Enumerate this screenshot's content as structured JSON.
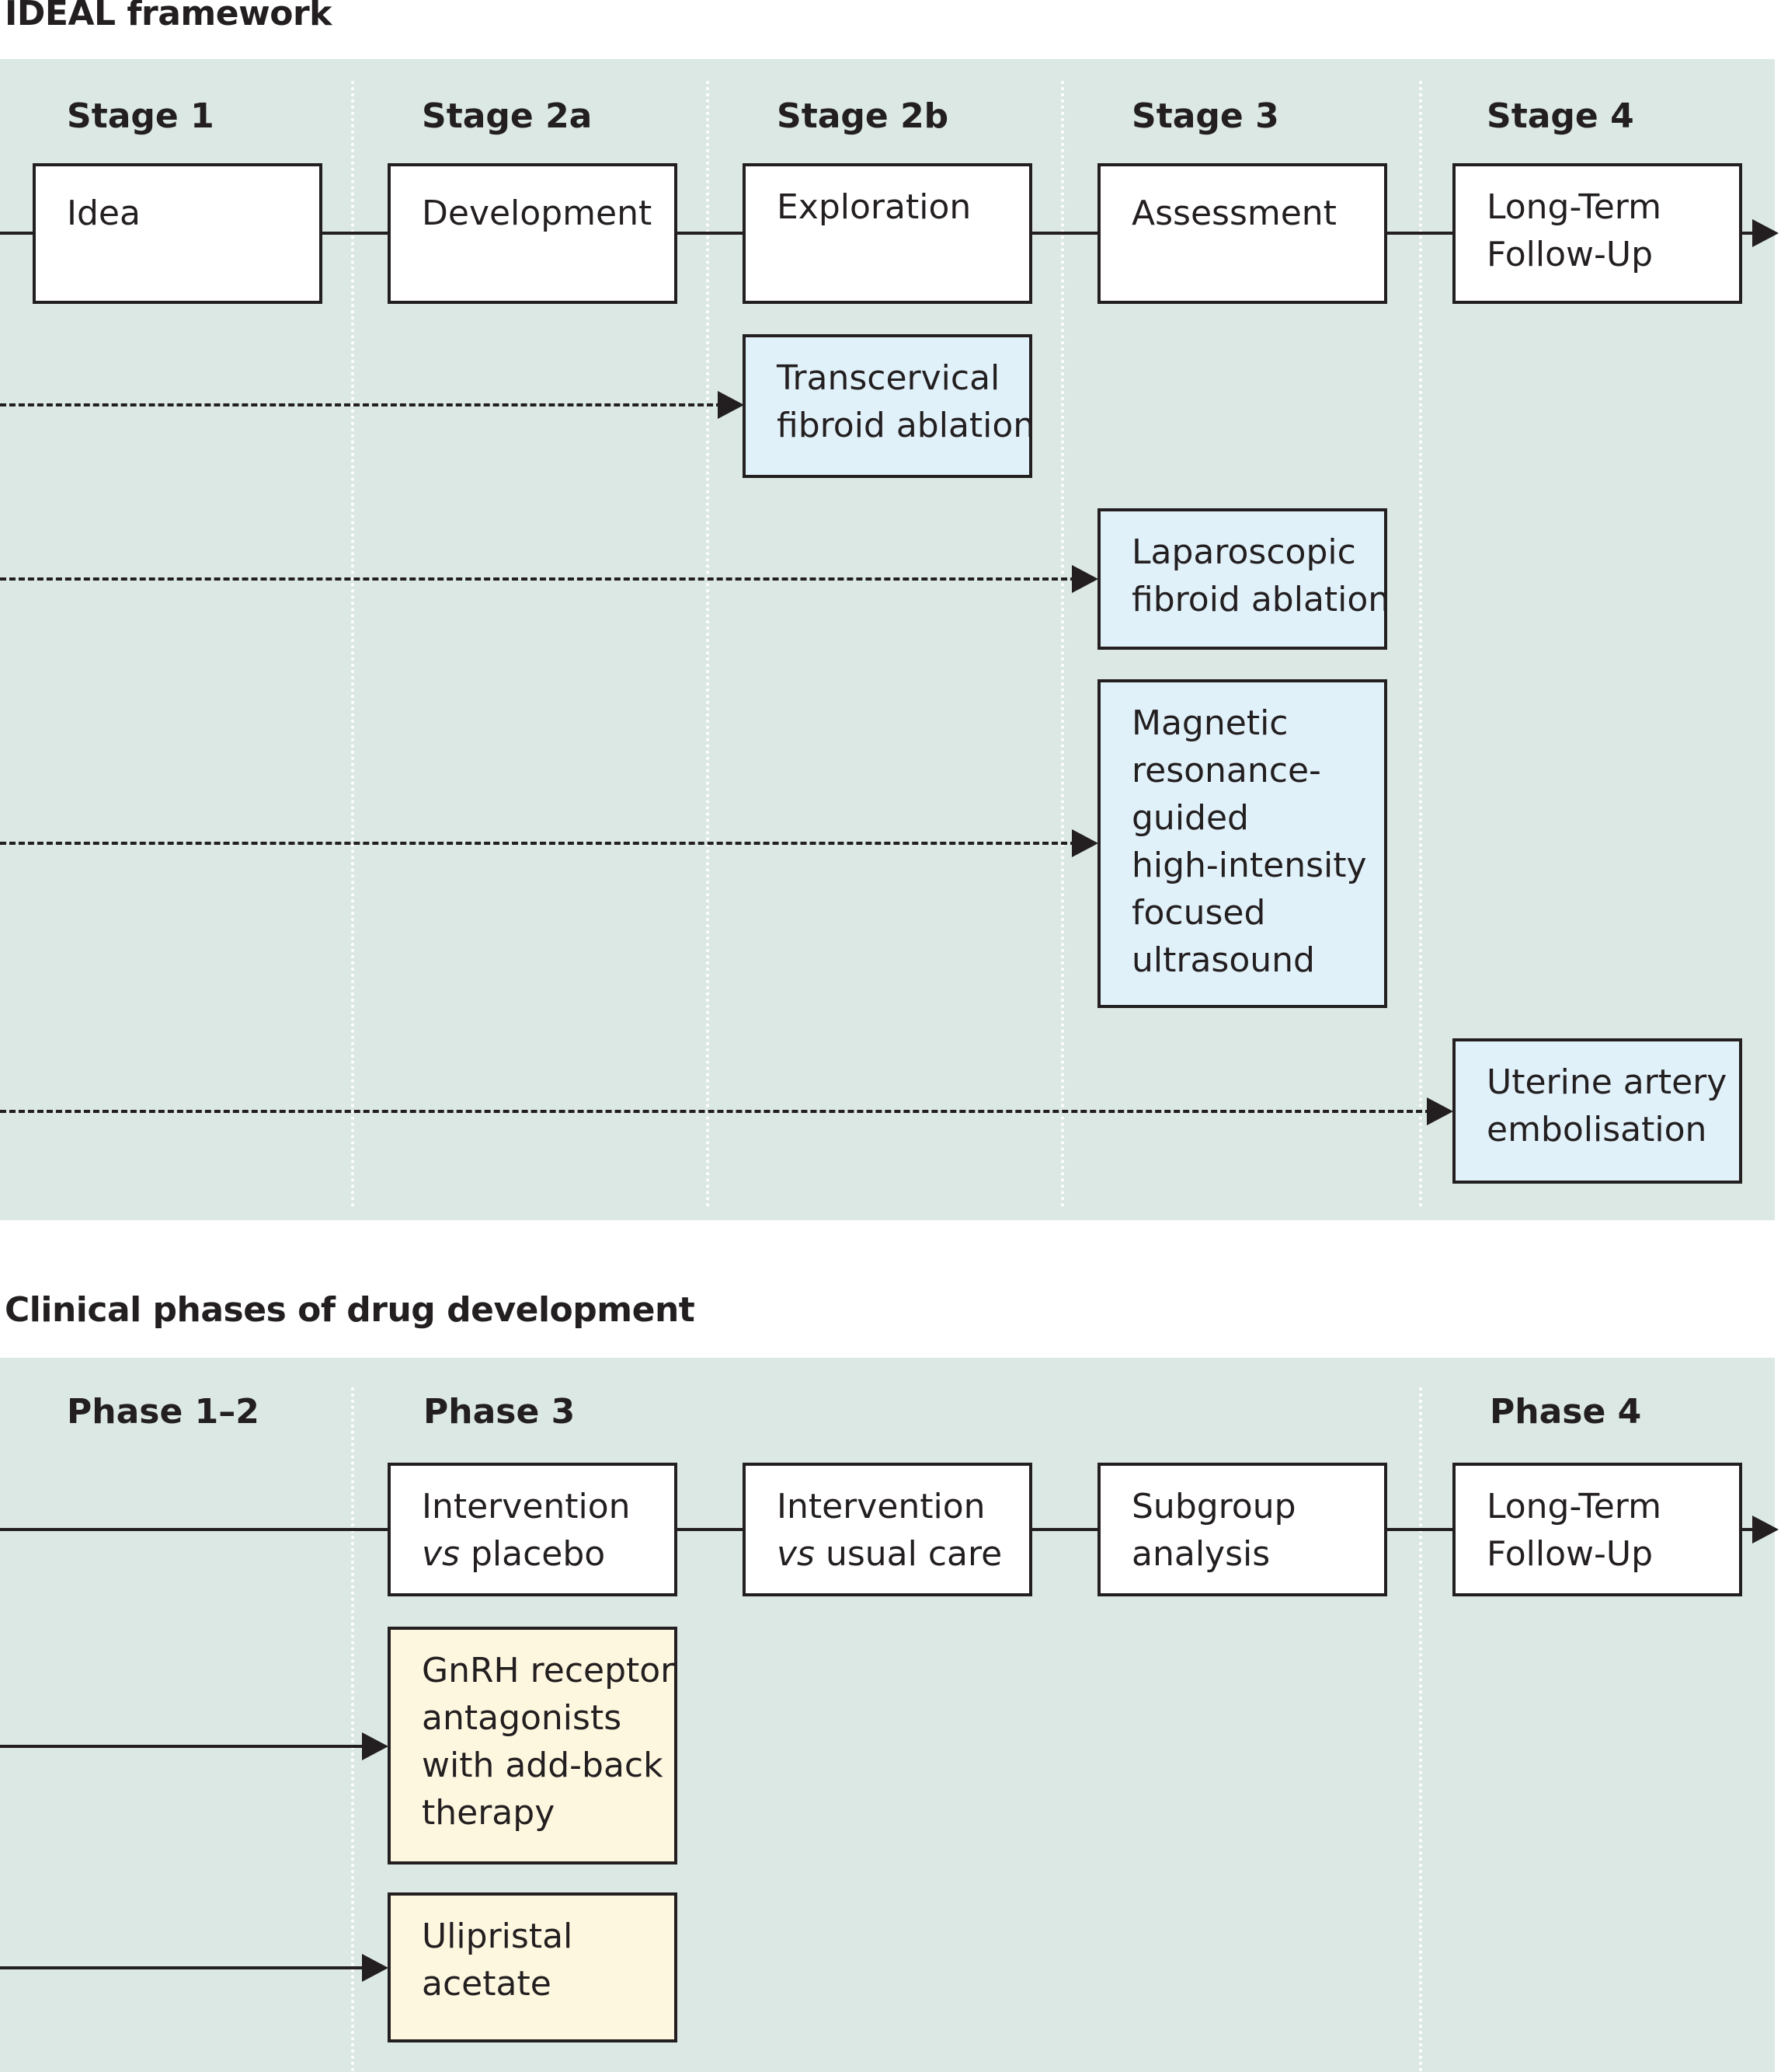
{
  "ideal": {
    "title": "IDEAL framework",
    "stages": [
      "Stage 1",
      "Stage 2a",
      "Stage 2b",
      "Stage 3",
      "Stage 4"
    ],
    "steps": [
      [
        "Idea"
      ],
      [
        "Development"
      ],
      [
        "Exploration"
      ],
      [
        "Assessment"
      ],
      [
        "Long-Term",
        "Follow-Up"
      ]
    ],
    "interventions": [
      [
        "Transcervical",
        "fibroid ablation"
      ],
      [
        "Laparoscopic",
        "fibroid ablation"
      ],
      [
        "Magnetic",
        "resonance-",
        "guided",
        "high-intensity",
        "focused",
        "ultrasound"
      ],
      [
        "Uterine artery",
        "embolisation"
      ]
    ]
  },
  "clinical": {
    "title": "Clinical phases of drug development",
    "phases": [
      "Phase 1–2",
      "Phase 3",
      "Phase 4"
    ],
    "steps": [
      {
        "line1": "Intervention",
        "line2_italic": "vs",
        "line2_rest": " placebo"
      },
      {
        "line1": "Intervention",
        "line2_italic": "vs",
        "line2_rest": " usual care"
      },
      {
        "line1": "Subgroup",
        "line2_italic": "",
        "line2_rest": "analysis"
      },
      {
        "line1": "Long-Term",
        "line2_italic": "",
        "line2_rest": "Follow-Up"
      }
    ],
    "drugs": [
      [
        "GnRH receptor",
        "antagonists",
        "with add-back",
        "therapy"
      ],
      [
        "Ulipristal",
        "acetate"
      ]
    ]
  },
  "colors": {
    "panel_bg": "#dce8e3",
    "intervention_box": "#e1f1f9",
    "drug_box": "#fdf7df",
    "line": "#231f20"
  }
}
